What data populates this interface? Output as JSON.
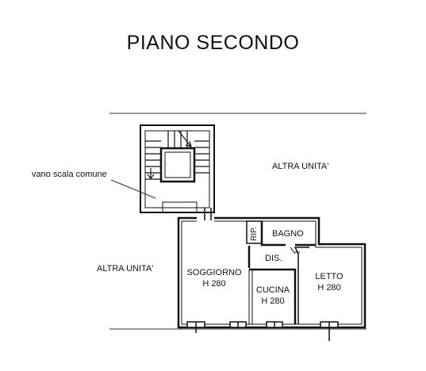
{
  "title": "PIANO SECONDO",
  "labels": {
    "vano_scala": "vano scala comune",
    "altra_unita_top": "ALTRA UNITA'",
    "altra_unita_left": "ALTRA UNITA'",
    "rip": "RIP.",
    "bagno": "BAGNO",
    "dis": "DIS.",
    "soggiorno": "SOGGIORNO",
    "soggiorno_h": "H 280",
    "cucina": "CUCINA",
    "cucina_h": "H 280",
    "letto": "LETTO",
    "letto_h": "H 280"
  },
  "colors": {
    "wall": "#111111",
    "line": "#333333",
    "background": "#ffffff"
  }
}
